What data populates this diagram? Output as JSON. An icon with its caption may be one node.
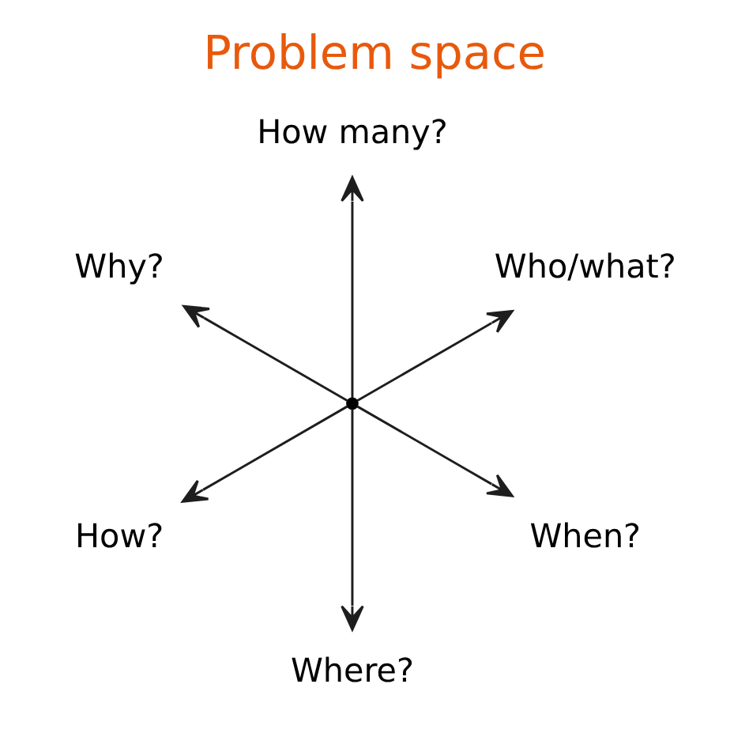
{
  "diagram": {
    "title": "Problem space",
    "nodes": [
      {
        "text": [
          "Who/what?"
        ]
      },
      {
        "text": [
          "How many?"
        ]
      },
      {
        "text": [
          "Why?"
        ]
      },
      {
        "text": [],
        "shape": "point"
      },
      {
        "text": [
          "How?"
        ]
      },
      {
        "text": [
          "Where?"
        ]
      },
      {
        "text": [
          "When?"
        ]
      }
    ],
    "edges": [
      {
        "from": 3,
        "to": 0,
        "arrow": "to"
      },
      {
        "from": 3,
        "to": 1,
        "arrow": "to"
      },
      {
        "from": 3,
        "to": 2,
        "arrow": "to"
      },
      {
        "from": 3,
        "to": 4,
        "arrow": "to"
      },
      {
        "from": 3,
        "to": 5,
        "arrow": "to"
      },
      {
        "from": 3,
        "to": 6,
        "arrow": "to"
      }
    ]
  }
}
